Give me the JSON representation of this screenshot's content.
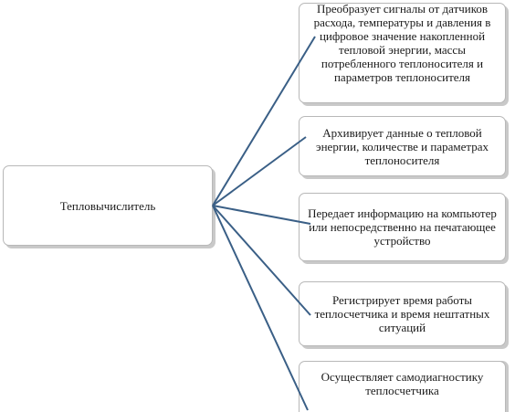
{
  "center": {
    "label": "Тепловычислитель"
  },
  "functions": [
    {
      "text": "Преобразует сигналы от датчиков расхода, температуры и давления в цифровое значение накопленной тепловой энергии, массы потребленного теплоносителя и параметров теплоносителя"
    },
    {
      "text": "Архивирует данные о тепловой энергии, количестве и параметрах теплоносителя"
    },
    {
      "text": "Передает информацию на компьютер или непосредственно на печатающее устройство"
    },
    {
      "text": "Регистрирует время работы теплосчетчика и время нештатных ситуаций"
    },
    {
      "text": "Осуществляет самодиагностику теплосчетчика"
    }
  ],
  "colors": {
    "connector": "#3a5f86",
    "box_border": "#b8b8b8",
    "box_shadow": "#c9c9c9"
  }
}
